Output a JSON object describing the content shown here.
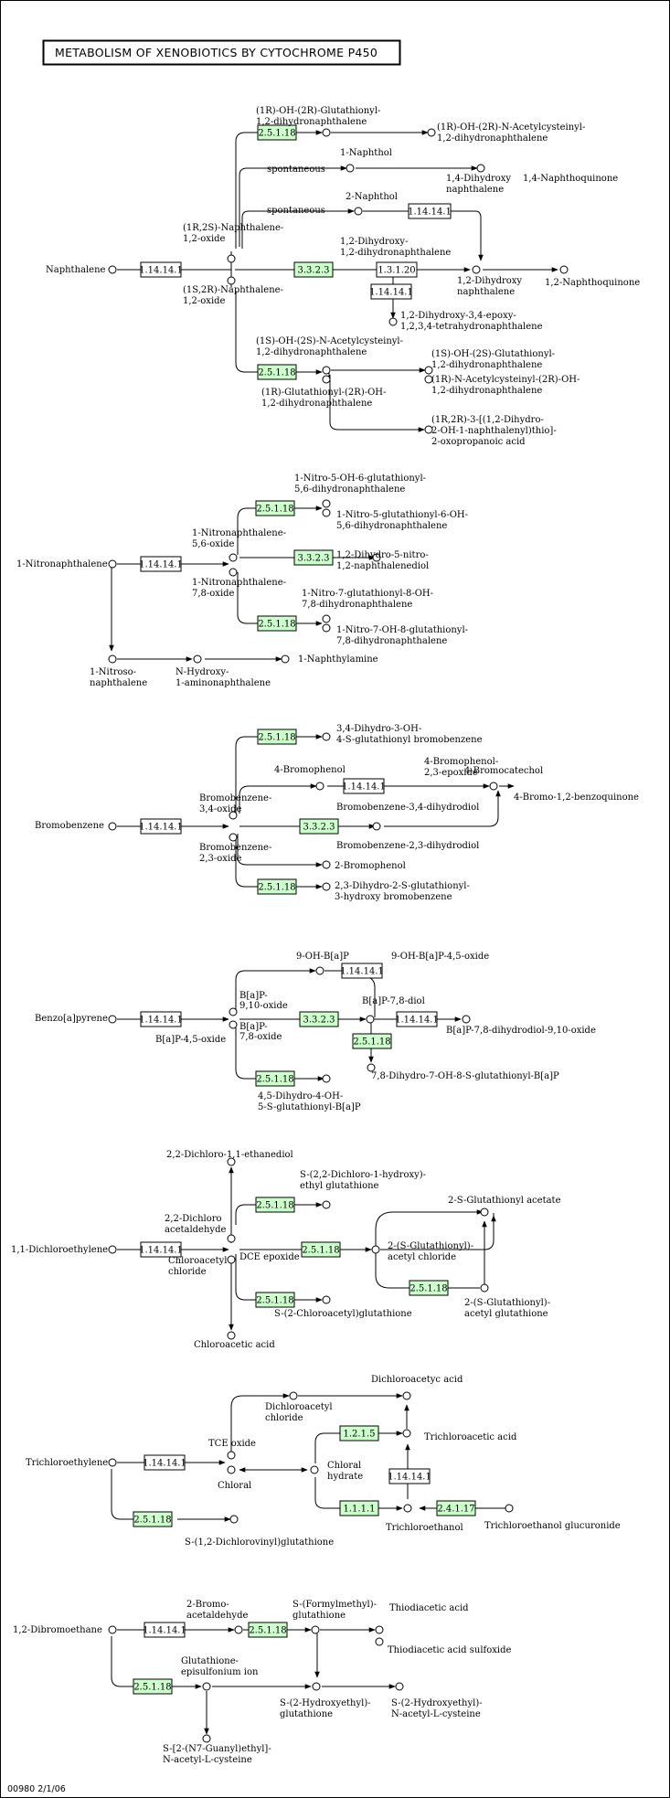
{
  "title": "METABOLISM OF XENOBIOTICS BY CYTOCHROME P450",
  "footer": "00980  2/1/06",
  "colors": {
    "enzyme_fill": "#ccffcc",
    "plain_box_fill": "#ffffff",
    "line": "#000000"
  },
  "labels": [
    "Naphthalene",
    "(1R,2S)-Naphthalene-",
    "1,2-oxide",
    "(1S,2R)-Naphthalene-",
    "1,2-oxide",
    "(1R)-OH-(2R)-Glutathionyl-",
    "1,2-dihydronaphthalene",
    "(1R)-OH-(2R)-N-Acetylcysteinyl-",
    "1,2-dihydronaphthalene",
    "1-Naphthol",
    "spontaneous",
    "1,4-Dihydroxy",
    "naphthalene",
    "1,4-Naphthoquinone",
    "2-Naphthol",
    "spontaneous",
    "1,2-Dihydroxy-",
    "1,2-dihydronaphthalene",
    "1,2-Dihydroxy",
    "naphthalene",
    "1,2-Naphthoquinone",
    "1,2-Dihydroxy-3,4-epoxy-",
    "1,2,3,4-tetrahydronaphthalene",
    "(1S)-OH-(2S)-N-Acetylcysteinyl-",
    "1,2-dihydronaphthalene",
    "(1S)-OH-(2S)-Glutathionyl-",
    "1,2-dihydronaphthalene",
    "(1R)-N-Acetylcysteinyl-(2R)-OH-",
    "1,2-dihydronaphthalene",
    "(1R)-Glutathionyl-(2R)-OH-",
    "1,2-dihydronaphthalene",
    "(1R,2R)-3-[(1,2-Dihydro-",
    "2-OH-1-naphthalenyl)thio]-",
    "2-oxopropanoic acid",
    "1-Nitronaphthalene",
    "1-Nitronaphthalene-",
    "5,6-oxide",
    "1-Nitronaphthalene-",
    "7,8-oxide",
    "1-Nitro-5-OH-6-glutathionyl-",
    "5,6-dihydronaphthalene",
    "1-Nitro-5-glutathionyl-6-OH-",
    "5,6-dihydronaphthalene",
    "1,2-Dihydro-5-nitro-",
    "1,2-naphthalenediol",
    "1-Nitro-7-glutathionyl-8-OH-",
    "7,8-dihydronaphthalene",
    "1-Nitro-7-OH-8-glutathionyl-",
    "7,8-dihydronaphthalene",
    "1-Nitroso-",
    "naphthalene",
    "N-Hydroxy-",
    "1-aminonaphthalene",
    "1-Naphthylamine",
    "3,4-Dihydro-3-OH-",
    "4-S-glutathionyl bromobenzene",
    "4-Bromophenol",
    "4-Bromophenol-",
    "2,3-epoxide",
    "4-Bromocatechol",
    "4-Bromo-1,2-benzoquinone",
    "Bromobenzene",
    "Bromobenzene-",
    "3,4-oxide",
    "Bromobenzene-",
    "2,3-oxide",
    "Bromobenzene-3,4-dihydrodiol",
    "Bromobenzene-2,3-dihydrodiol",
    "2-Bromophenol",
    "2,3-Dihydro-2-S-glutathionyl-",
    "3-hydroxy bromobenzene",
    "9-OH-B[a]P",
    "9-OH-B[a]P-4,5-oxide",
    "B[a]P-",
    "9,10-oxide",
    "B[a]P-",
    "7,8-oxide",
    "B[a]P-7,8-diol",
    "Benzo[a]pyrene",
    "B[a]P-4,5-oxide",
    "B[a]P-7,8-dihydrodiol-9,10-oxide",
    "7,8-Dihydro-7-OH-8-S-glutathionyl-B[a]P",
    "4,5-Dihydro-4-OH-",
    "5-S-glutathionyl-B[a]P",
    "2,2-Dichloro-1,1-ethanediol",
    "S-(2,2-Dichloro-1-hydroxy)-",
    "ethyl glutathione",
    "2,2-Dichloro",
    "acetaldehyde",
    "2-S-Glutathionyl acetate",
    "1,1-Dichloroethylene",
    "DCE epoxide",
    "2-(S-Glutathionyl)-",
    "acetyl chloride",
    "Chloroacetyl",
    "chloride",
    "2-(S-Glutathionyl)-",
    "acetyl glutathione",
    "S-(2-Chloroacetyl)glutathione",
    "Chloroacetic acid",
    "Dichloroacetyc acid",
    "Dichloroacetyl",
    "chloride",
    "TCE oxide",
    "Trichloroacetic acid",
    "Trichloroethylene",
    "Chloral",
    "Chloral",
    "hydrate",
    "Trichloroethanol",
    "Trichloroethanol glucuronide",
    "S-(1,2-Dichlorovinyl)glutathione",
    "2-Bromo-",
    "acetaldehyde",
    "S-(Formylmethyl)-",
    "glutathione",
    "Thiodiacetic acid",
    "Thiodiacetic acid sulfoxide",
    "1,2-Dibromoethane",
    "Glutathione-",
    "episulfonium ion",
    "S-(2-Hydroxyethyl)-",
    "glutathione",
    "S-(2-Hydroxyethyl)-",
    "N-acetyl-L-cysteine",
    "S-[2-(N7-Guanyl)ethyl]-",
    "N-acetyl-L-cysteine"
  ],
  "enzymes": [
    "2.5.1.18",
    "1.14.14.1",
    "3.3.2.3",
    "1.14.14.1",
    "1.3.1.20",
    "1.14.14.1",
    "2.5.1.18",
    "2.5.1.18",
    "1.14.14.1",
    "3.3.2.3",
    "2.5.1.18",
    "2.5.1.18",
    "1.14.14.1",
    "1.14.14.1",
    "3.3.2.3",
    "2.5.1.18",
    "1.14.14.1",
    "1.14.14.1",
    "3.3.2.3",
    "1.14.14.1",
    "2.5.1.18",
    "2.5.1.18",
    "2.5.1.18",
    "1.14.14.1",
    "2.5.1.18",
    "2.5.1.18",
    "2.5.1.18",
    "1.2.1.5",
    "1.14.14.1",
    "1.14.14.1",
    "1.1.1.1",
    "2.4.1.17",
    "2.5.1.18",
    "1.14.14.1",
    "2.5.1.18",
    "2.5.1.18"
  ]
}
